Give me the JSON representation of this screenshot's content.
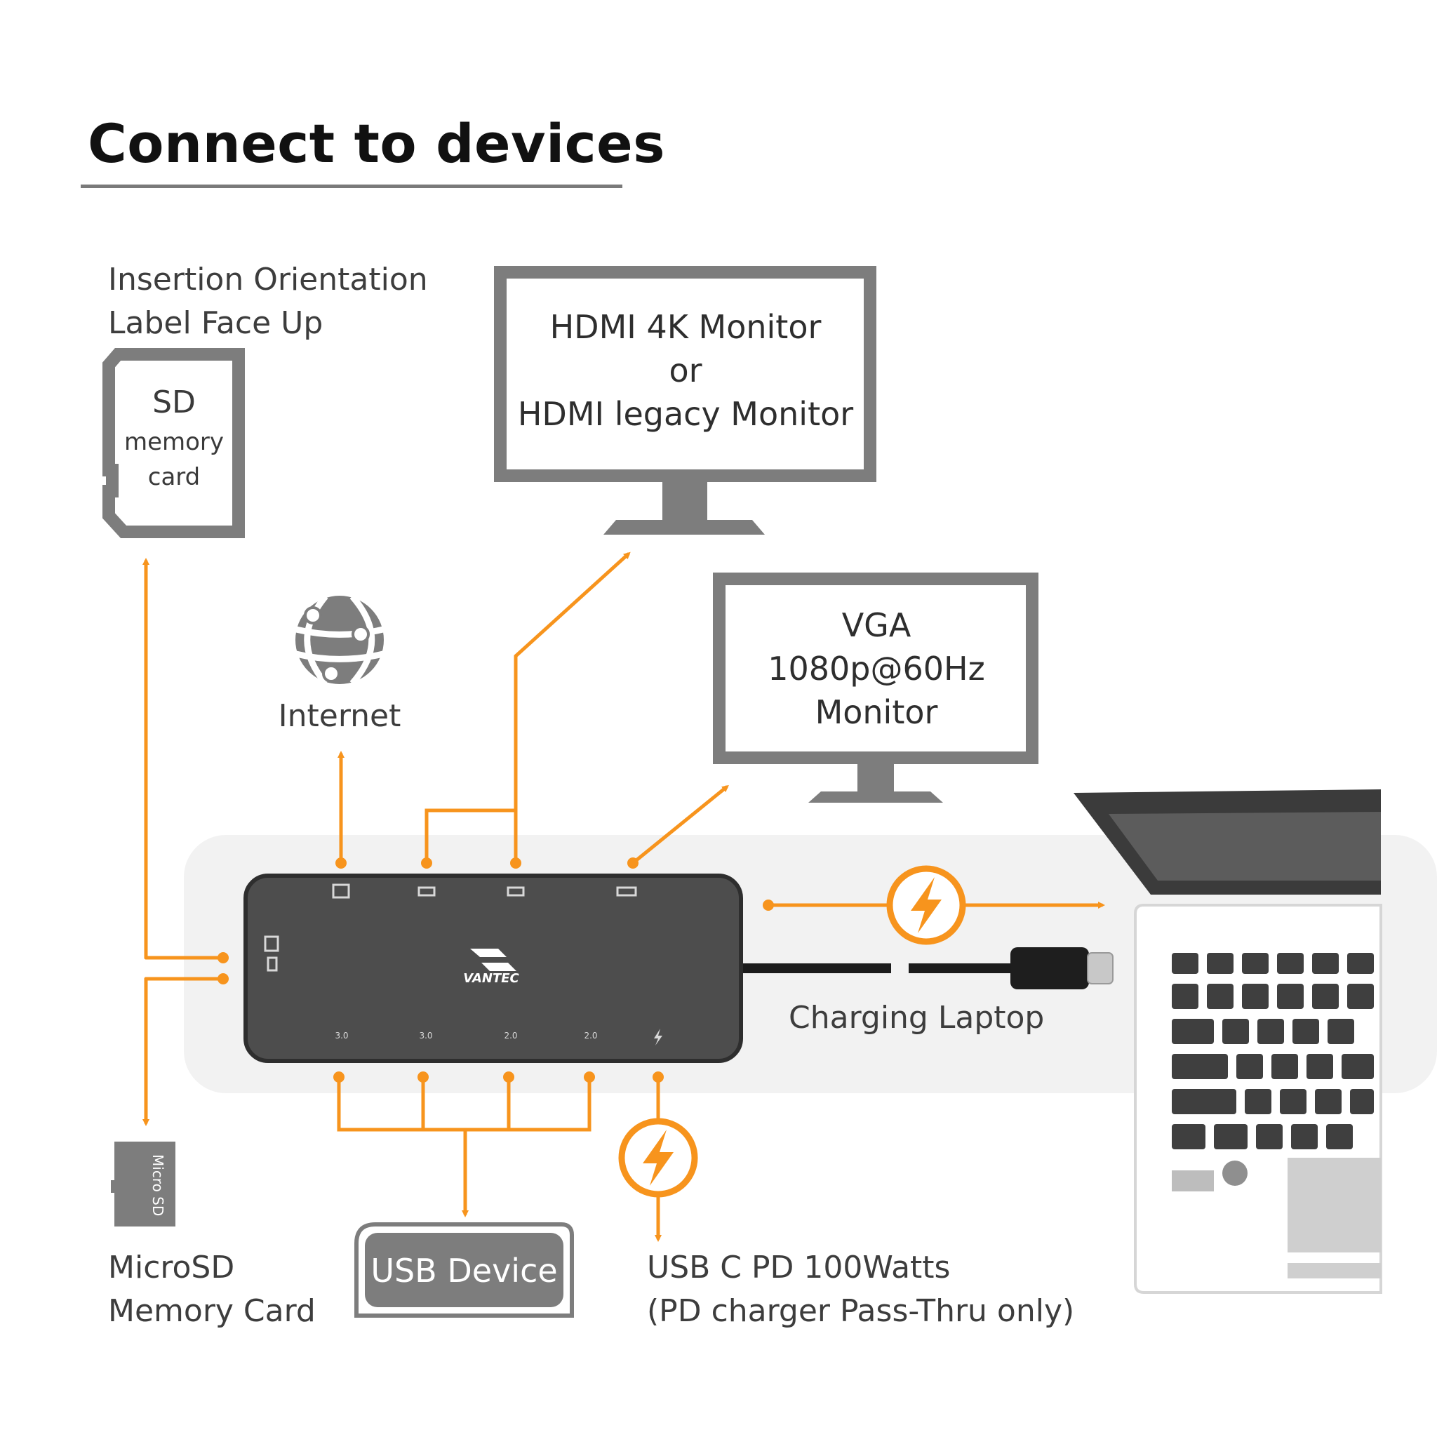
{
  "title": "Connect to devices",
  "colors": {
    "accent": "#f7941d",
    "device": "#4d4d4d",
    "gray": "#7d7d7d",
    "panel": "#f2f2f2"
  },
  "sd_card": {
    "orientation_line1": "Insertion Orientation",
    "orientation_line2": "Label Face Up",
    "line1": "SD",
    "line2": "memory",
    "line3": "card"
  },
  "hdmi_monitor": {
    "line1": "HDMI 4K Monitor",
    "line2": "or",
    "line3": "HDMI legacy Monitor"
  },
  "vga_monitor": {
    "line1": "VGA",
    "line2": "1080p@60Hz",
    "line3": "Monitor"
  },
  "internet": {
    "label": "Internet",
    "icon": "globe-network-icon"
  },
  "hub": {
    "brand": "VANTEC",
    "bottom_ports": [
      "3.0",
      "3.0",
      "2.0",
      "2.0"
    ]
  },
  "charging_laptop": "Charging Laptop",
  "microsd": {
    "card_text": "Micro SD",
    "line1": "MicroSD",
    "line2": "Memory Card"
  },
  "usb_device": "USB Device",
  "usb_c_pd": {
    "line1": "USB C PD 100Watts",
    "line2": "(PD charger Pass-Thru only)"
  }
}
